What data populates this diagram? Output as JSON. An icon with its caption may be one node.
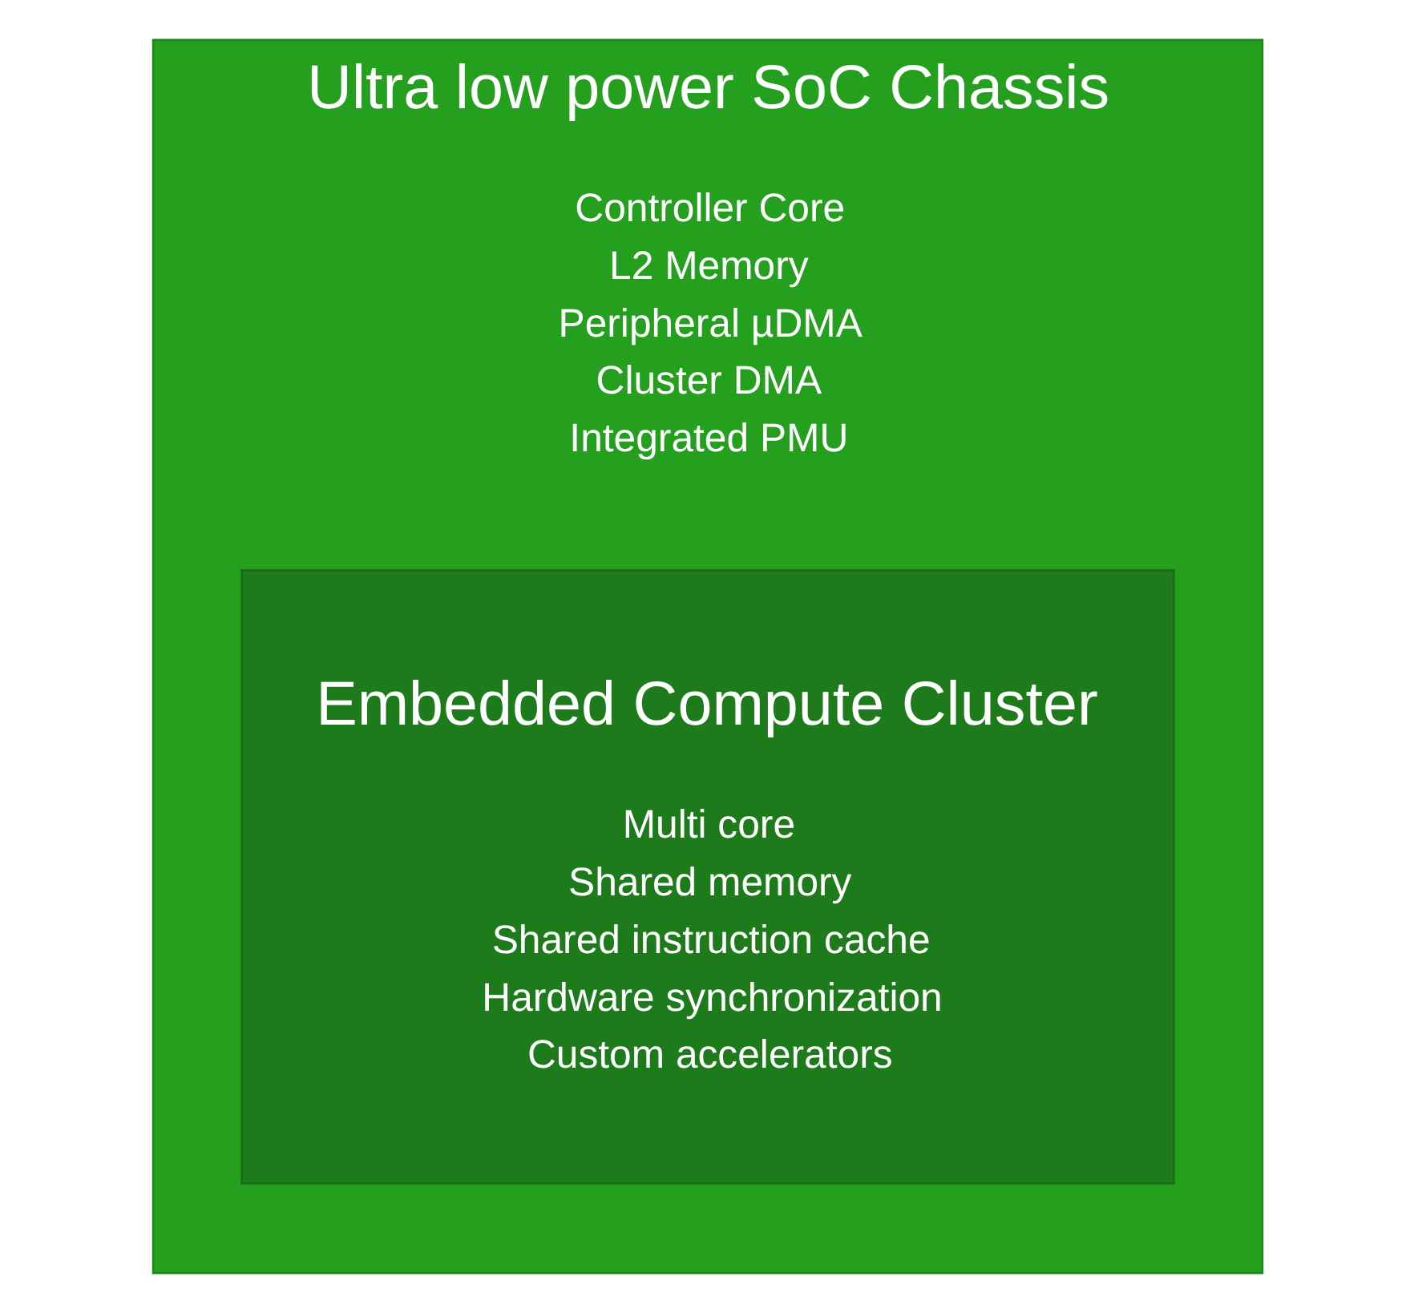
{
  "diagram": {
    "nodes": [
      {
        "text": [
          "Ultra low power SoC Chassis",
          "Controller Core",
          "L2 Memory",
          "Peripheral µDMA",
          "Cluster DMA",
          "Integrated PMU"
        ]
      },
      {
        "text": [
          "Embedded Compute Cluster",
          "Multi core",
          "Shared memory",
          "Shared instruction cache",
          "Hardware synchronization",
          "Custom accelerators"
        ],
        "in": 0
      }
    ]
  }
}
